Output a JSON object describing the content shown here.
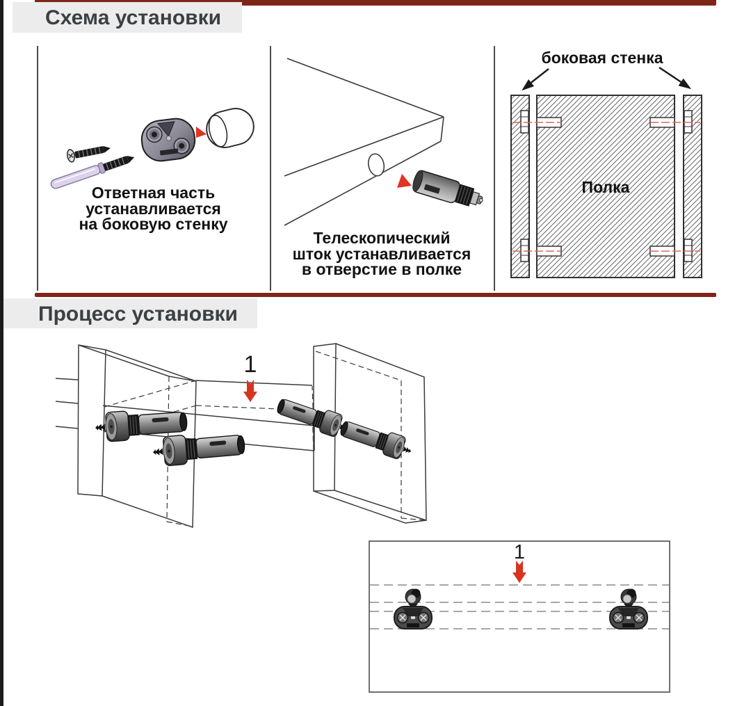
{
  "colors": {
    "divider_red": "#7E2619",
    "step_arrow_red": "#D73420",
    "insertion_marker_red": "#E23322",
    "header_band_gray": "#ECECEC",
    "heading_text": "#3C4043",
    "diagram_line": "#3A3A3A",
    "connector_line_red": "#E0645A"
  },
  "sections": [
    {
      "title": "Схема установки"
    },
    {
      "title": "Процесс установки"
    }
  ],
  "panels": {
    "counterpart": {
      "caption_lines": [
        "Ответная часть",
        "устанавливается",
        "на боковую стенку"
      ]
    },
    "telescopic": {
      "caption_lines": [
        "Телескопический",
        "шток устанавливается",
        "в отверстие в полке"
      ]
    },
    "scheme": {
      "side_wall_label": "боковая стенка",
      "shelf_label": "Полка"
    }
  },
  "process": {
    "step_label": "1"
  }
}
